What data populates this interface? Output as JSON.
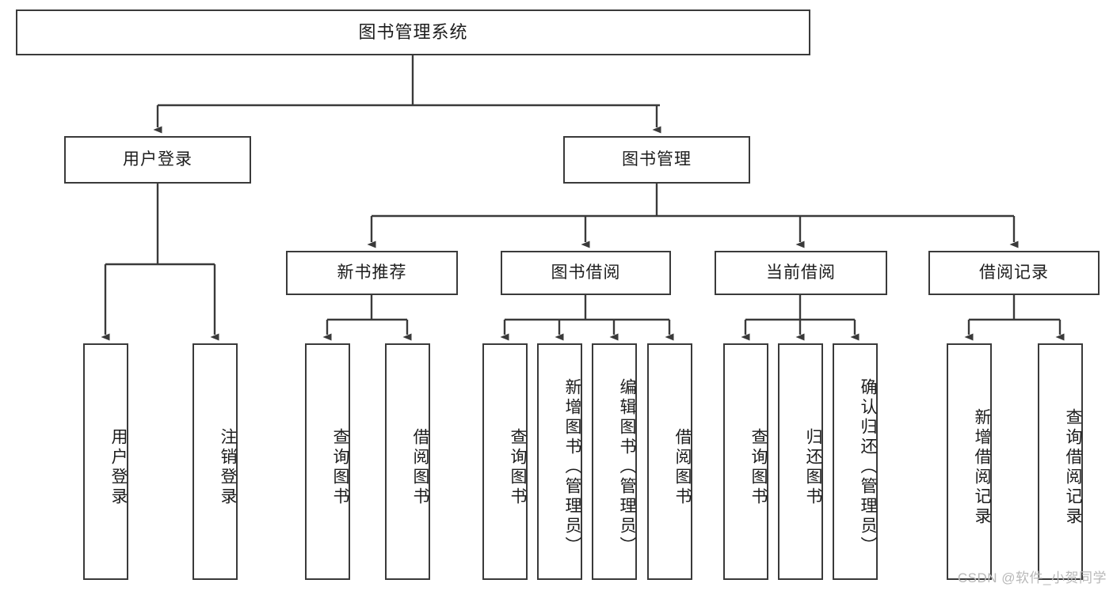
{
  "diagram": {
    "type": "tree-hierarchy-diagram",
    "title": "图书管理系统",
    "watermark": "CSDN @软件_小贺同学",
    "style": {
      "box_fill": "#ffffff",
      "box_stroke": "#3a3a3a",
      "edge_color": "#3a3a3a",
      "text_color": "#1c1c1c",
      "background": "#ffffff",
      "watermark_color": "#b8b8b8"
    },
    "root": {
      "label": "图书管理系统"
    },
    "level2": [
      {
        "label": "用户登录"
      },
      {
        "label": "图书管理"
      }
    ],
    "level3": [
      {
        "label": "新书推荐"
      },
      {
        "label": "图书借阅"
      },
      {
        "label": "当前借阅"
      },
      {
        "label": "借阅记录"
      }
    ],
    "leaves": {
      "user_login": [
        {
          "label": "用户登录"
        },
        {
          "label": "注销登录"
        }
      ],
      "new_book_recommend": [
        {
          "label": "查询图书"
        },
        {
          "label": "借阅图书"
        }
      ],
      "book_borrow": [
        {
          "label": "查询图书"
        },
        {
          "label": "新增图书（管理员）"
        },
        {
          "label": "编辑图书（管理员）"
        },
        {
          "label": "借阅图书"
        }
      ],
      "current_borrow": [
        {
          "label": "查询图书"
        },
        {
          "label": "归还图书"
        },
        {
          "label": "确认归还（管理员）"
        }
      ],
      "borrow_records": [
        {
          "label": "新增借阅记录"
        },
        {
          "label": "查询借阅记录"
        }
      ]
    }
  }
}
